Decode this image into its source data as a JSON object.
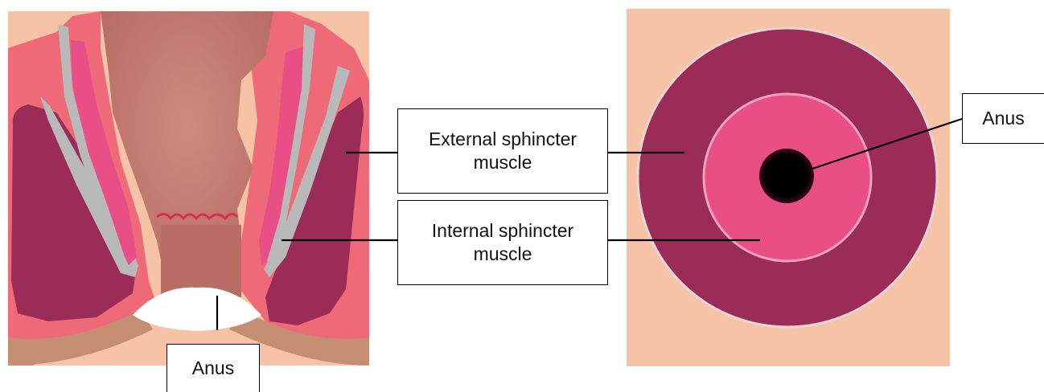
{
  "labels": {
    "external_sphincter": "External sphincter\nmuscle",
    "internal_sphincter": "Internal sphincter\nmuscle",
    "anus_left": "Anus",
    "anus_right": "Anus"
  },
  "colors": {
    "background_skin": "#f7c3a6",
    "outer_pink": "#ee6a78",
    "lumen": "#c87b70",
    "external_muscle": "#9b2c58",
    "internal_muscle": "#e84f86",
    "fascia_gray": "#b9b9b9",
    "anal_opening": "#000000",
    "leader_line": "#000000"
  }
}
